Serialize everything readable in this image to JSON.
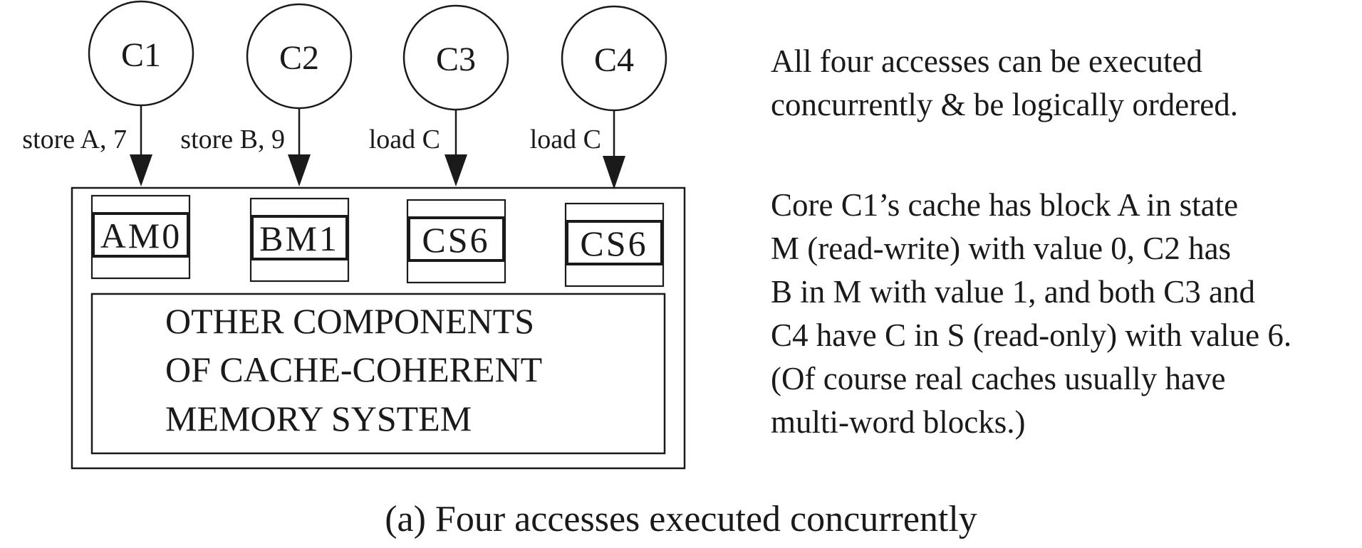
{
  "cores": [
    {
      "label": "C1",
      "access": "store A, 7",
      "cache_entry": "AM0"
    },
    {
      "label": "C2",
      "access": "store B, 9",
      "cache_entry": "BM1"
    },
    {
      "label": "C3",
      "access": "load C",
      "cache_entry": "CS6"
    },
    {
      "label": "C4",
      "access": "load C",
      "cache_entry": "CS6"
    }
  ],
  "memory_system": {
    "lines": [
      "OTHER COMPONENTS",
      "OF CACHE-COHERENT",
      "MEMORY SYSTEM"
    ]
  },
  "description": {
    "paragraph_1": [
      "All four accesses can be executed",
      "concurrently & be logically ordered."
    ],
    "paragraph_2": [
      "Core C1’s cache has block A in state",
      "M (read-write) with value 0, C2 has",
      "B in M with value 1, and both C3 and",
      "C4 have C in S (read-only) with value 6.",
      "(Of course real caches usually have",
      "multi-word blocks.)"
    ]
  },
  "caption": "(a) Four accesses executed concurrently"
}
